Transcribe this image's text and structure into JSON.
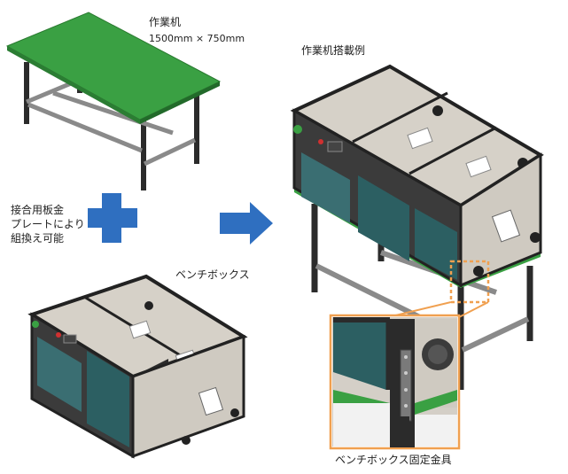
{
  "labels": {
    "desk_title": "作業机",
    "desk_dims": "1500mm × 750mm",
    "mount_example": "作業机搭載例",
    "swap_line1": "接合用板金",
    "swap_line2": "プレートにより",
    "swap_line3": "組換え可能",
    "bench_box": "ベンチボックス",
    "fixture_caption": "ベンチボックス固定金具"
  },
  "colors": {
    "desk_green": "#3aa043",
    "arrow_blue": "#2f6fc0",
    "panel_gray": "#cfcac1",
    "glass_teal": "#2a5f63",
    "frame_dark": "#2b2b2b",
    "highlight_orange": "#f0a050"
  }
}
